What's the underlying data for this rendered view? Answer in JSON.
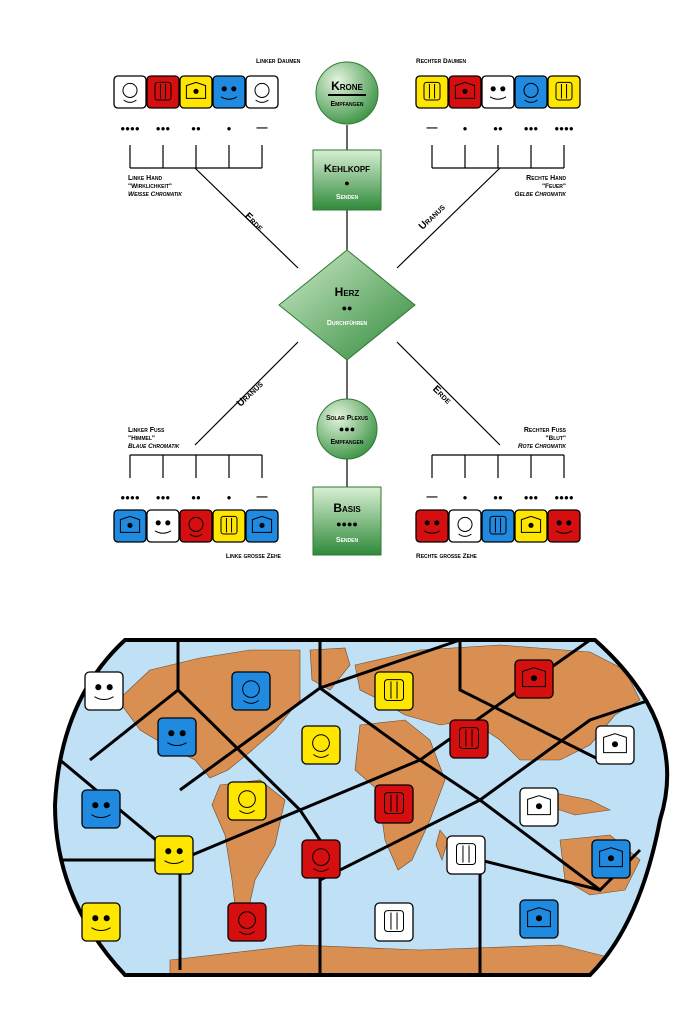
{
  "colors": {
    "green": "#5aa55a",
    "green_dark": "#2f7a34",
    "green_light": "#d8efd3",
    "red": "#d50f0f",
    "white": "#ffffff",
    "blue": "#1f8ae0",
    "yellow": "#ffe600",
    "ocean": "#bfe0f5",
    "land": "#d98f52",
    "outline": "#000000"
  },
  "centers": {
    "krone": {
      "title": "Krone",
      "sub": "Empfangen",
      "dots": ""
    },
    "kehlkopf": {
      "title": "Kehlkopf",
      "dots": "●",
      "sub": "Senden"
    },
    "herz": {
      "title": "Herz",
      "dots": "●●",
      "sub": "Durchführen"
    },
    "solar": {
      "title": "Solar Plexus",
      "dots": "●●●",
      "sub": "Empfangen"
    },
    "basis": {
      "title": "Basis",
      "dots": "●●●●",
      "sub": "Senden"
    }
  },
  "lines": {
    "erde_upper": "Erde",
    "uranus_upper": "Uranus",
    "uranus_lower": "Uranus",
    "erde_lower": "Erde"
  },
  "groups": {
    "left_hand": {
      "title": "Linker Daumen",
      "label1": "Linke Hand",
      "label2": "\"Wirklichkeit\"",
      "label3": "Weisse Chromatik",
      "numbers": [
        "●●●●",
        "●●●",
        "●●",
        "●",
        "—"
      ],
      "glyphs": [
        "white",
        "red",
        "yellow",
        "blue",
        "white"
      ]
    },
    "right_hand": {
      "title": "Rechter Daumen",
      "label1": "Rechte Hand",
      "label2": "\"Feuer\"",
      "label3": "Gelbe Chromatik",
      "numbers": [
        "—",
        "●",
        "●●",
        "●●●",
        "●●●●"
      ],
      "glyphs": [
        "yellow",
        "red",
        "white",
        "blue",
        "yellow"
      ]
    },
    "left_foot": {
      "title": "Linke große Zehe",
      "label1": "Linker Fuß",
      "label2": "\"Himmel\"",
      "label3": "Blaue Chromatik",
      "numbers": [
        "●●●●",
        "●●●",
        "●●",
        "●",
        "—"
      ],
      "glyphs": [
        "blue",
        "white",
        "red",
        "yellow",
        "blue"
      ]
    },
    "right_foot": {
      "title": "Rechte große Zehe",
      "label1": "Rechter Fuß",
      "label2": "\"Blut\"",
      "label3": "Rote Chromatik",
      "numbers": [
        "—",
        "●",
        "●●",
        "●●●",
        "●●●●"
      ],
      "glyphs": [
        "red",
        "white",
        "blue",
        "yellow",
        "red"
      ]
    }
  },
  "map_glyphs": [
    "white",
    "blue",
    "yellow",
    "red",
    "blue",
    "yellow",
    "red",
    "white",
    "blue",
    "yellow",
    "red",
    "white",
    "yellow",
    "red",
    "white",
    "blue",
    "yellow",
    "red",
    "white",
    "blue"
  ]
}
